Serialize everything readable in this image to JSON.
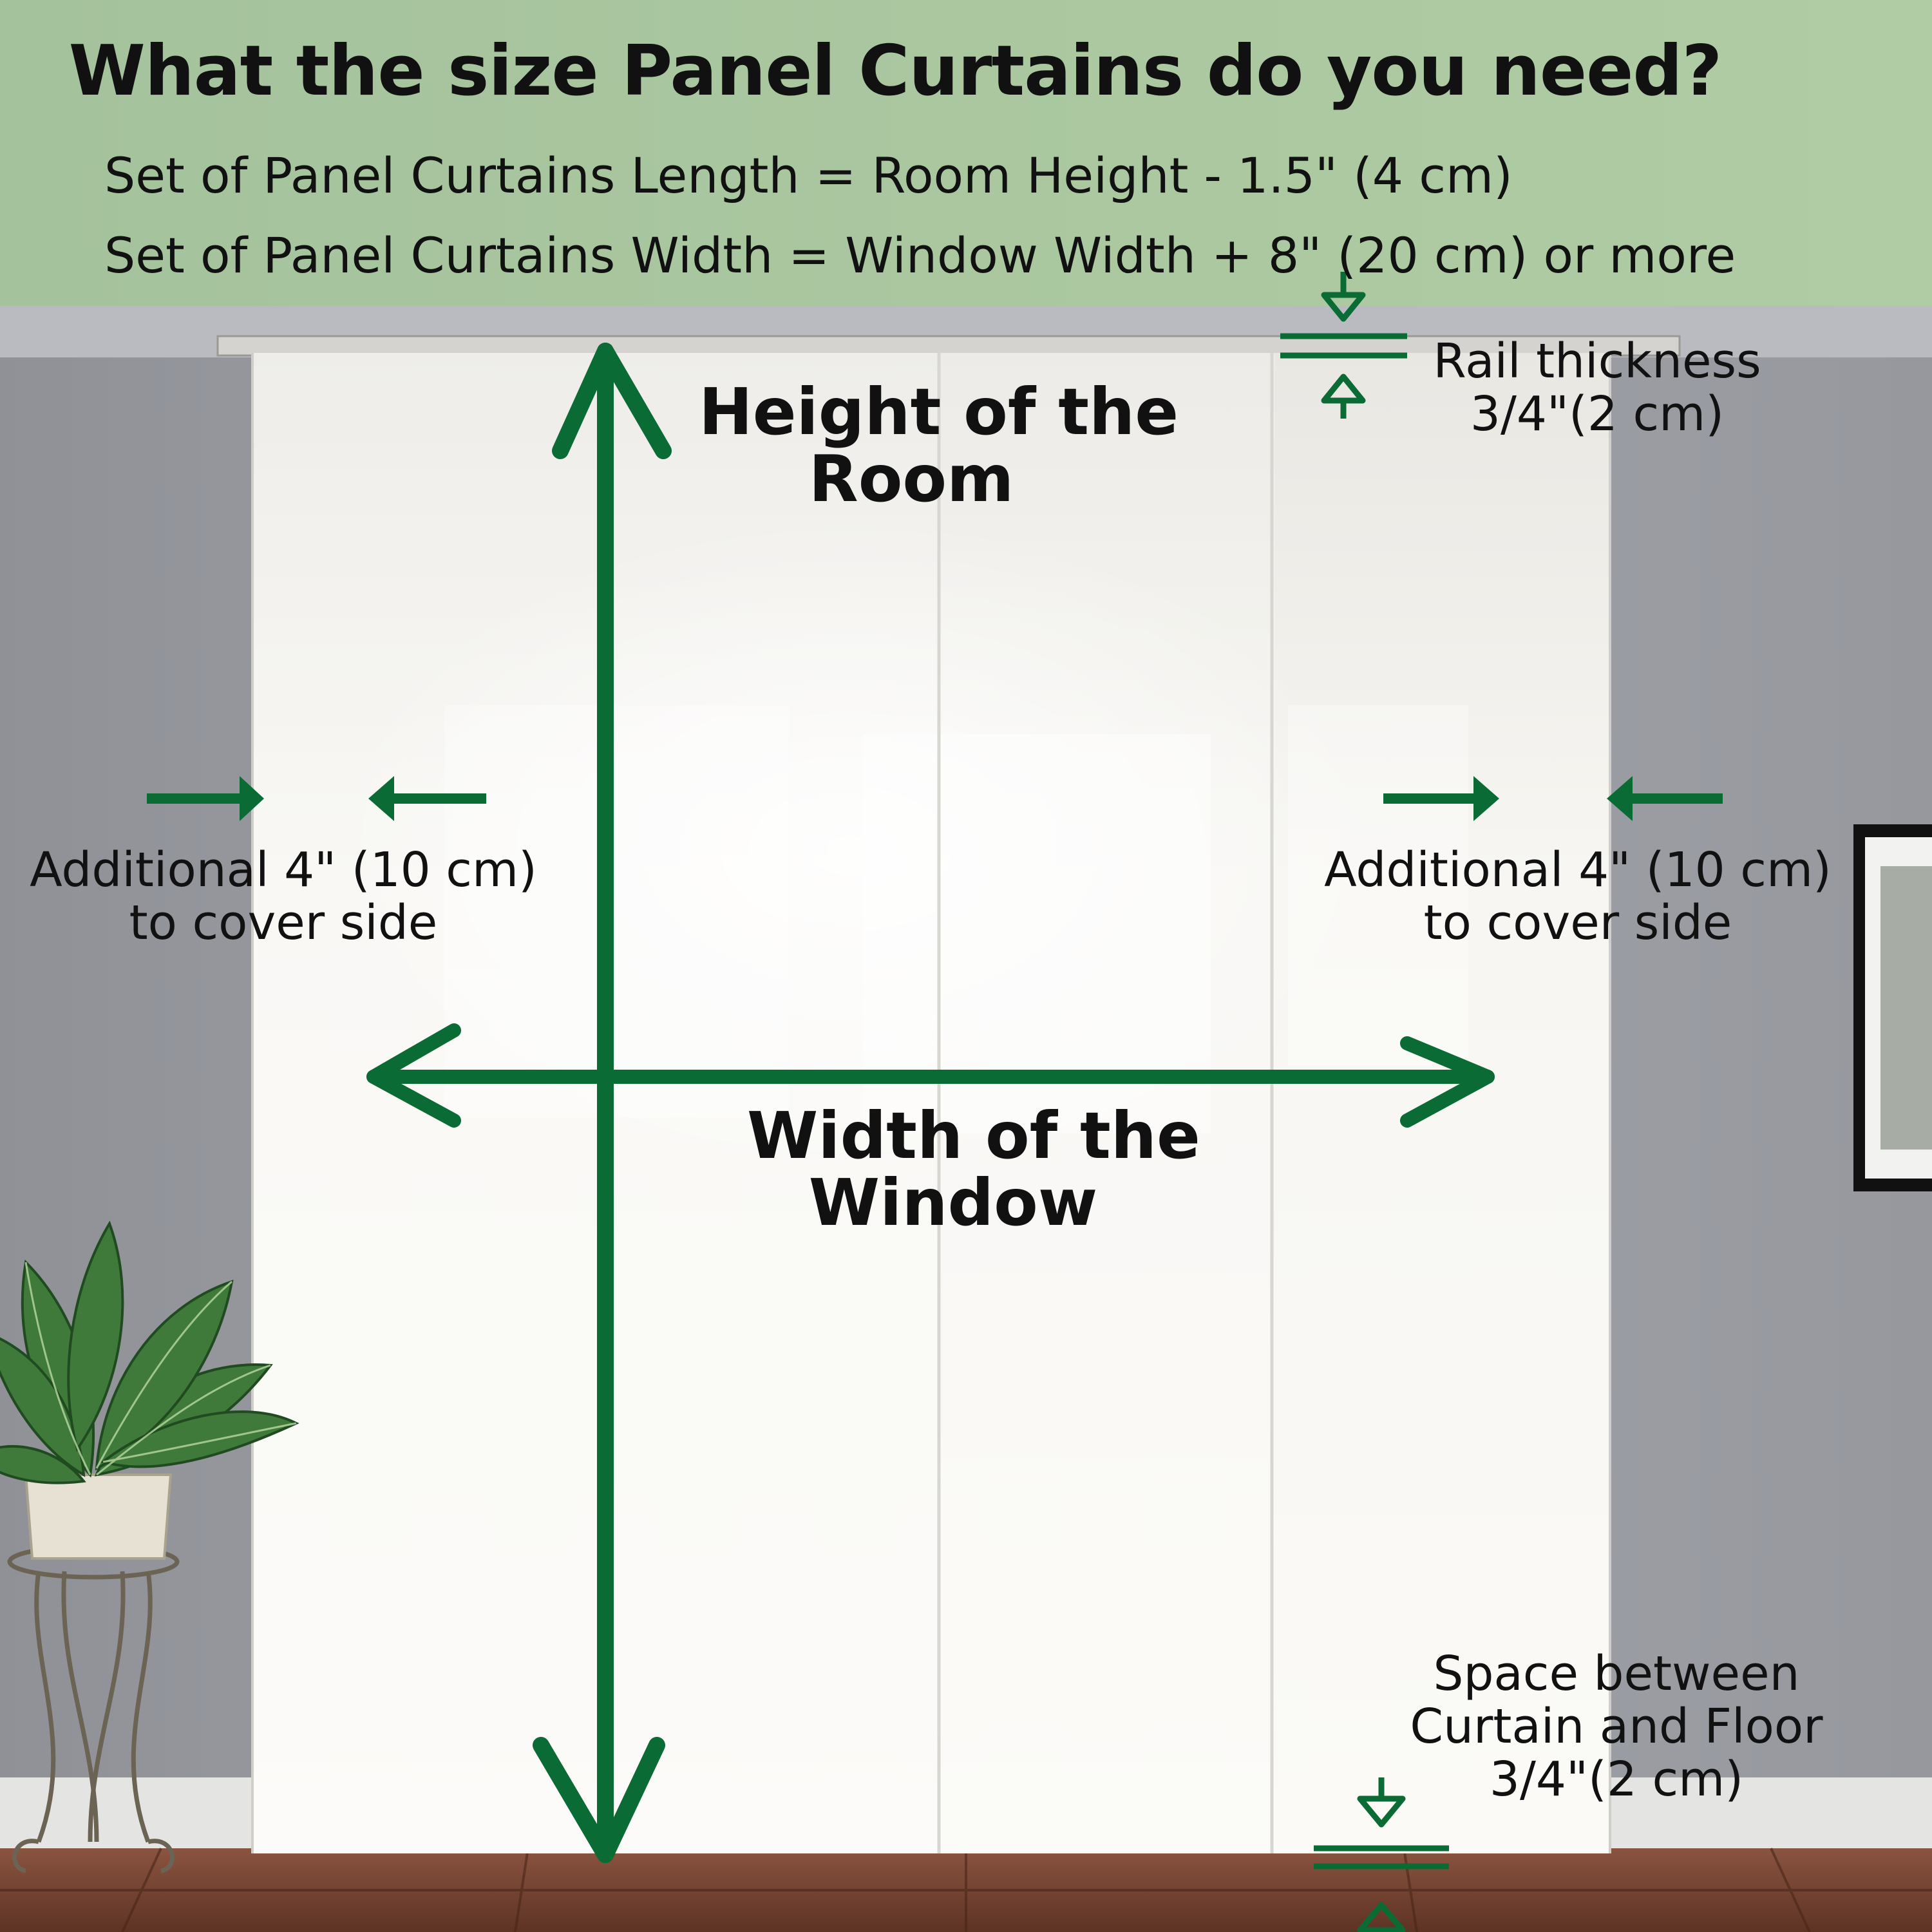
{
  "header": {
    "title": "What the size Panel Curtains do you need?",
    "formula_length": "Set of Panel Curtains Length = Room Height - 1.5\" (4 cm)",
    "formula_width": "Set of Panel Curtains Width = Window Width + 8\" (20 cm) or more"
  },
  "labels": {
    "height": {
      "line1": "Height of the",
      "line2": "Room"
    },
    "width": {
      "line1": "Width of the",
      "line2": "Window"
    },
    "rail": {
      "line1": "Rail thickness",
      "line2": "3/4\"(2 cm)"
    },
    "left_side": {
      "line1": "Additional 4\" (10 cm)",
      "line2": "to cover side"
    },
    "right_side": {
      "line1": "Additional  4\" (10 cm)",
      "line2": "to cover side"
    },
    "floor": {
      "line1": "Space between",
      "line2": "Curtain and Floor",
      "line3": "3/4\"(2 cm)"
    }
  },
  "colors": {
    "accent_green": "#0b6b35",
    "header_band": "#a8c4a0",
    "wall": "#9a9ca3",
    "curtain": "#f6f4ef",
    "floor": "#7a4a36"
  },
  "icons": {
    "height_arrow": "double-vertical-arrow-icon",
    "width_arrow": "double-horizontal-arrow-icon",
    "plant": "potted-plant-icon"
  }
}
